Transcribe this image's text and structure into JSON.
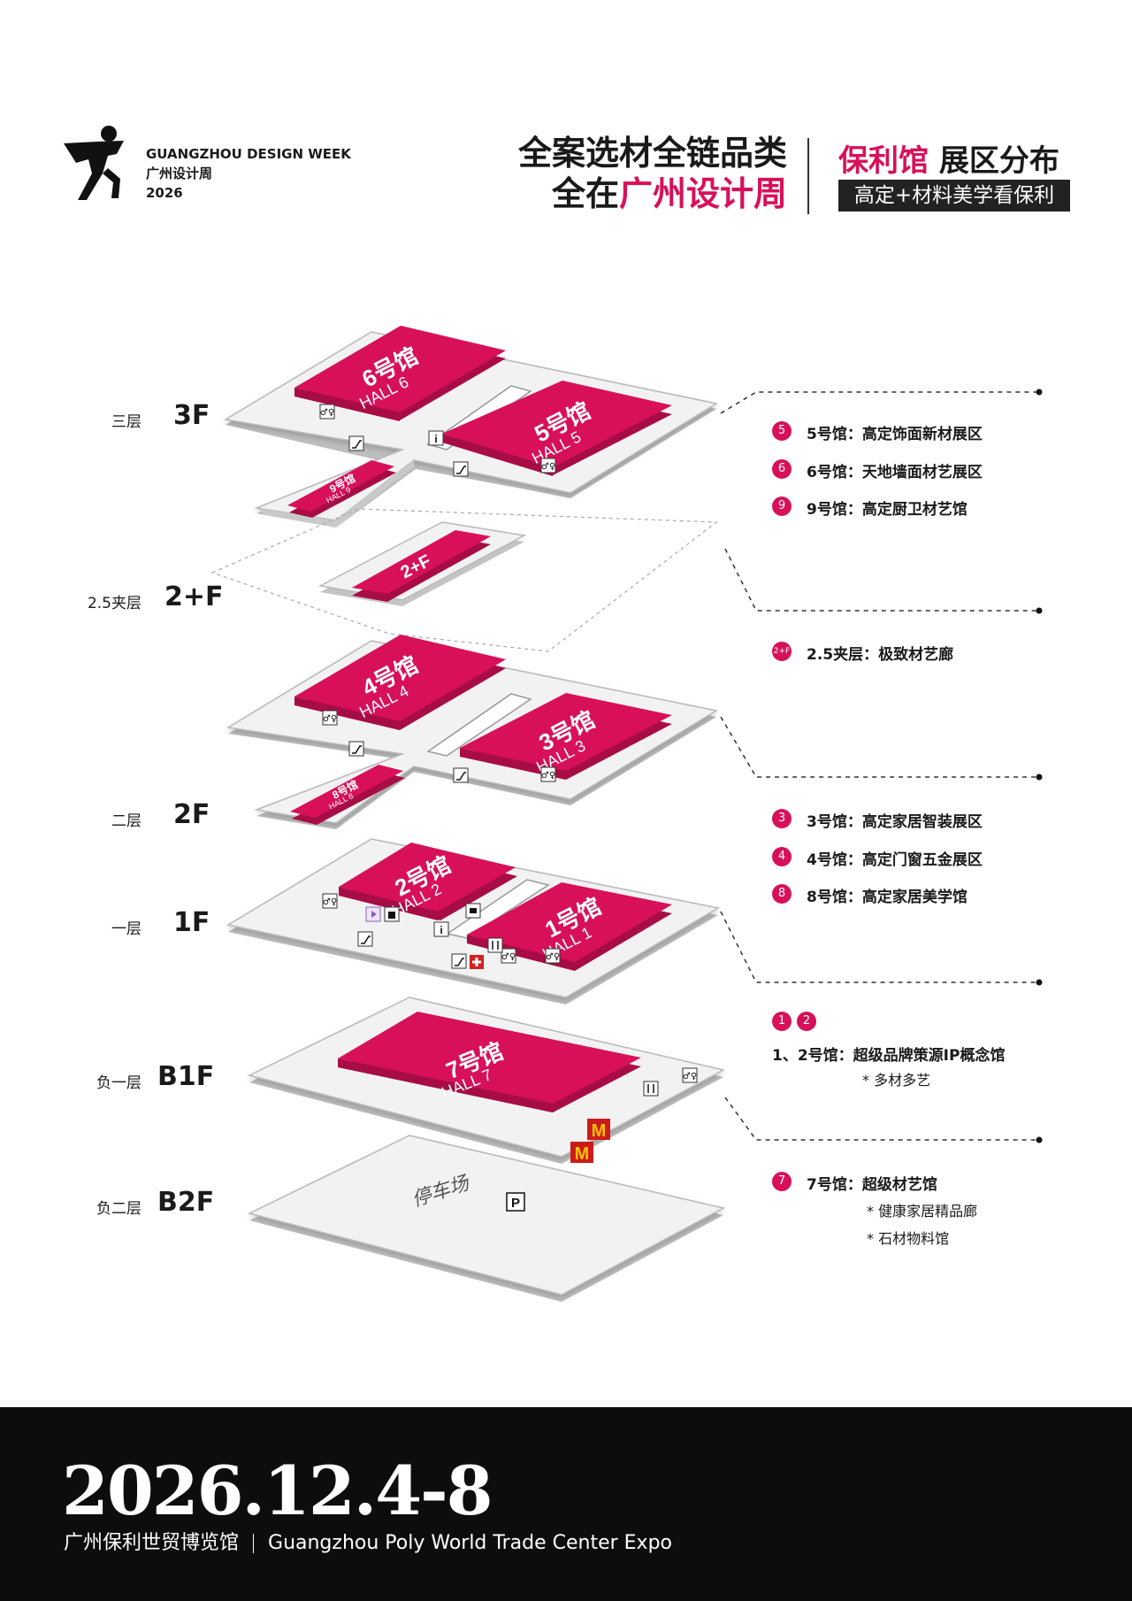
{
  "header": {
    "logo_en": "GUANGZHOU DESIGN WEEK",
    "logo_cn": "广州设计周",
    "logo_year": "2026",
    "slogan_line1": "全案选材全链品类",
    "slogan_line2_a": "全在",
    "slogan_line2_b": "广州设计周",
    "venue_name": "保利馆",
    "venue_rest": " 展区分布",
    "venue_tag": "高定+材料美学看保利"
  },
  "floors": [
    {
      "cn": "三层",
      "code": "3F"
    },
    {
      "cn": "2.5夹层",
      "code": "2+F"
    },
    {
      "cn": "二层",
      "code": "2F"
    },
    {
      "cn": "一层",
      "code": "1F"
    },
    {
      "cn": "负一层",
      "code": "B1F"
    },
    {
      "cn": "负二层",
      "code": "B2F"
    }
  ],
  "halls": {
    "h6": {
      "cn": "6号馆",
      "en": "HALL 6"
    },
    "h5": {
      "cn": "5号馆",
      "en": "HALL 5"
    },
    "h9": {
      "cn": "9号馆",
      "en": "HALL 9"
    },
    "h2f": {
      "cn": "2+F"
    },
    "h4": {
      "cn": "4号馆",
      "en": "HALL 4"
    },
    "h3": {
      "cn": "3号馆",
      "en": "HALL 3"
    },
    "h8": {
      "cn": "8号馆",
      "en": "HALL 8"
    },
    "h2": {
      "cn": "2号馆",
      "en": "HALL 2"
    },
    "h1": {
      "cn": "1号馆",
      "en": "HALL 1"
    },
    "h7": {
      "cn": "7号馆",
      "en": "HALL 7"
    },
    "parking": "停车场",
    "parking_sign": "P",
    "info_sign": "i"
  },
  "legend": {
    "g3f": [
      {
        "num": "5",
        "text": "5号馆：高定饰面新材展区"
      },
      {
        "num": "6",
        "text": "6号馆：天地墙面材艺展区"
      },
      {
        "num": "9",
        "text": "9号馆：高定厨卫材艺馆"
      }
    ],
    "g25": [
      {
        "num": "2+F",
        "text": "2.5夹层：极致材艺廊"
      }
    ],
    "g2f": [
      {
        "num": "3",
        "text": "3号馆：高定家居智装展区"
      },
      {
        "num": "4",
        "text": "4号馆：高定门窗五金展区"
      },
      {
        "num": "8",
        "text": "8号馆：高定家居美学馆"
      }
    ],
    "g1f": {
      "nums": [
        "1",
        "2"
      ],
      "text": "1、2号馆：超级品牌策源IP概念馆",
      "sub": "* 多材多艺"
    },
    "gb1": {
      "num": "7",
      "text": "7号馆：超级材艺馆",
      "subs": [
        "* 健康家居精品廊",
        "* 石材物料馆"
      ]
    }
  },
  "footer": {
    "date": "2026.12.4-8",
    "venue_cn": "广州保利世贸博览馆",
    "venue_en": "Guangzhou Poly World Trade Center Expo"
  },
  "colors": {
    "accent": "#d8105a",
    "accent_dark": "#a80c46",
    "slab": "#f2f2f2",
    "slab_edge": "#bdbdbd",
    "footer": "#0d0d0d"
  },
  "icons": [
    "runner-logo-icon",
    "restroom-icon",
    "escalator-icon",
    "info-icon",
    "restaurant-icon",
    "mcdonalds-icon",
    "first-aid-icon",
    "parking-icon",
    "media-icon",
    "luggage-icon"
  ]
}
